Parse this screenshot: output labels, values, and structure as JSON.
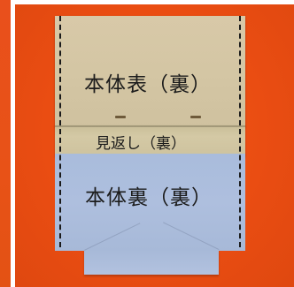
{
  "labels": {
    "outer": "本体表（裏）",
    "facing": "見返し（裏）",
    "lining": "本体裏（裏）"
  },
  "colors": {
    "background": "#ea4d12",
    "outer_fabric": "#d4c6a4",
    "facing_fabric": "#d4c9a5",
    "lining_fabric": "#aebfde",
    "stitch_line": "#1a1a1a"
  }
}
